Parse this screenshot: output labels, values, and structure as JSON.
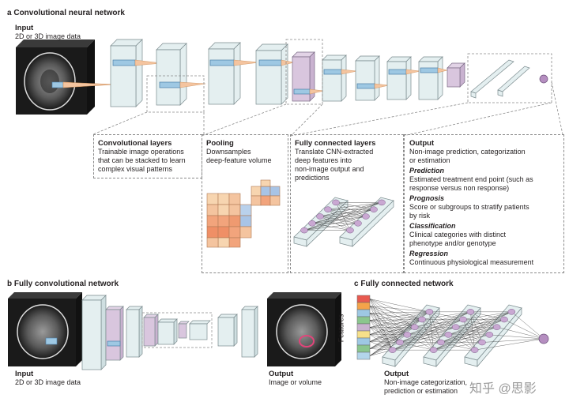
{
  "panel_a": {
    "letter": "a",
    "title": "Convolutional neural network",
    "input_title": "Input",
    "input_desc": "2D or 3D image data",
    "conv": {
      "title": "Convolutional layers",
      "lines": [
        "Trainable image operations",
        "that can be stacked to learn",
        "complex visual patterns"
      ]
    },
    "pool": {
      "title": "Pooling",
      "lines": [
        "Downsamples",
        "deep-feature volume"
      ]
    },
    "fc": {
      "title": "Fully connected layers",
      "lines": [
        "Translate CNN-extracted",
        "deep features into",
        "non-image output and",
        "predictions"
      ]
    },
    "output": {
      "title": "Output",
      "lines": [
        "Non-image prediction, categorization",
        "or estimation"
      ],
      "items": [
        {
          "term": "Prediction",
          "lines": [
            "Estimated treatment end point (such as",
            "response versus non response)"
          ]
        },
        {
          "term": "Prognosis",
          "lines": [
            "Score or subgroups to stratify patients",
            "by risk"
          ]
        },
        {
          "term": "Classification",
          "lines": [
            "Clinical categories with distinct",
            "phenotype and/or genotype"
          ]
        },
        {
          "term": "Regression",
          "lines": [
            "Continuous physiological measurement"
          ]
        }
      ]
    }
  },
  "panel_b": {
    "letter": "b",
    "title": "Fully convolutional network",
    "input_title": "Input",
    "input_desc": "2D or 3D image data",
    "output_title": "Output",
    "output_desc": "Image or volume"
  },
  "panel_c": {
    "letter": "c",
    "title": "Fully connected network",
    "features_label": "Features",
    "output_title": "Output",
    "output_lines": [
      "Non-image categorization,",
      "prediction or estimation"
    ]
  },
  "watermark": "知乎 @思影",
  "colors": {
    "layer": "#e4eff0",
    "pool": "#d9c6de",
    "patch": "#9ec8e3",
    "arrow": "#f4c49f",
    "node": "#b58ec0",
    "fc": "#dfe9ea"
  }
}
